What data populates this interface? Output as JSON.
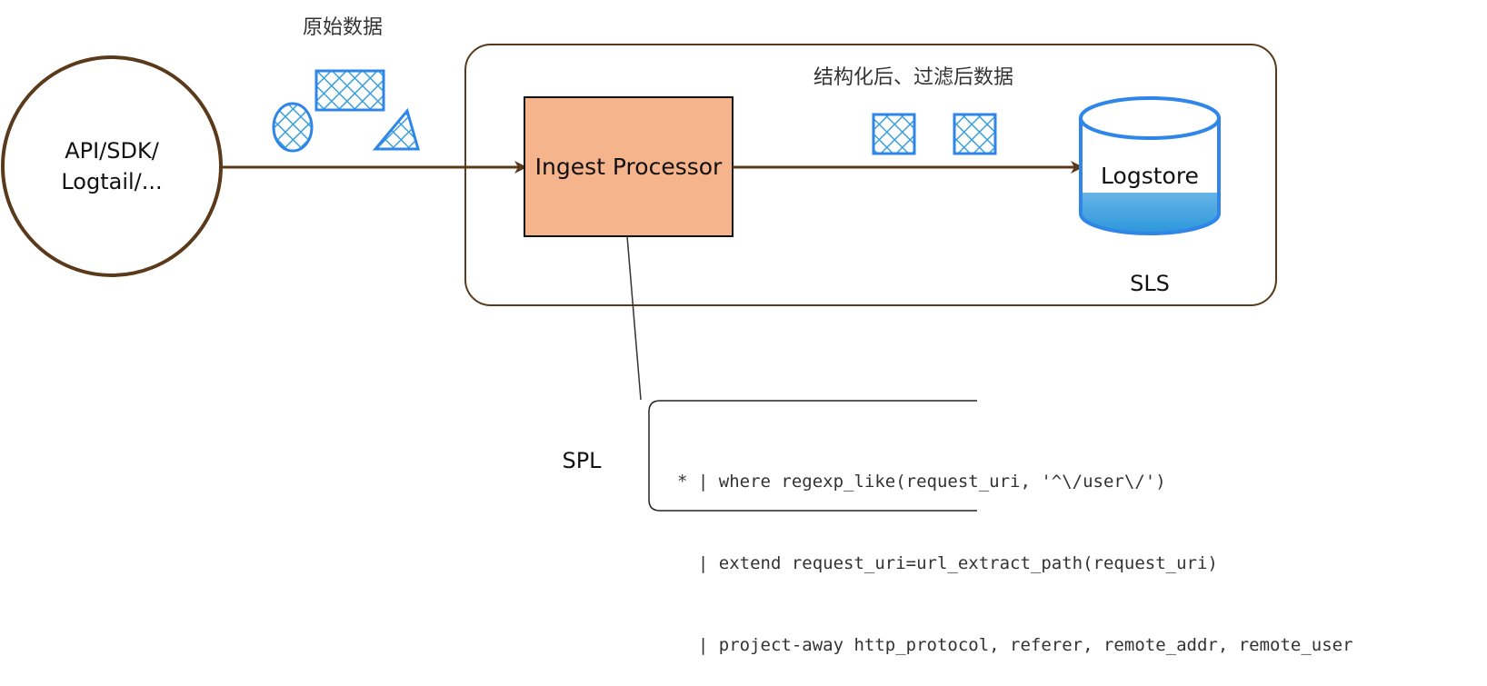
{
  "diagram": {
    "source_node": {
      "label_line1": "API/SDK/",
      "label_line2": "Logtail/..."
    },
    "raw_data_label": "原始数据",
    "sls_container": {
      "label": "SLS"
    },
    "processor_node": {
      "label": "Ingest Processor",
      "fill": "#f5b48c"
    },
    "processed_data_label": "结构化后、过滤后数据",
    "logstore_node": {
      "label": "Logstore",
      "color": "#2f86e8"
    },
    "spl_label": "SPL",
    "spl_code": [
      "* | where regexp_like(request_uri, '^\\/user\\/')",
      "  | extend request_uri=url_extract_path(request_uri)",
      "  | project-away http_protocol, referer, remote_addr, remote_user"
    ],
    "colors": {
      "arrow": "#5a3a1a",
      "data_shape": "#2f86e8",
      "hatch": "#3aa0dc"
    }
  }
}
